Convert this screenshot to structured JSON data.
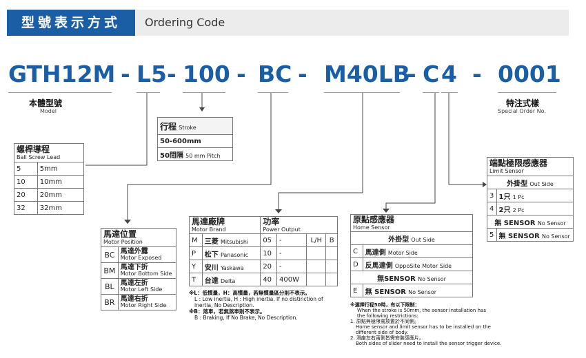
{
  "header": {
    "title_cn": "型號表示方式",
    "title_en": "Ordering Code"
  },
  "code": {
    "model": "GTH12M",
    "d1": "-",
    "lead": "L5",
    "d2": "-",
    "stroke": "100",
    "d3": "-",
    "position": "BC",
    "d4": "-",
    "motor": "M40LB",
    "d5": "-",
    "home": "C",
    "limit": "4",
    "d6": "-",
    "special": "0001"
  },
  "model_label": {
    "cn": "本體型號",
    "en": "Model"
  },
  "special_label": {
    "cn": "特注式樣",
    "en": "Special Order No."
  },
  "stroke_table": {
    "title_cn": "行程",
    "title_en": "Stroke",
    "row1": "50-600mm",
    "row2_cn": "50間隔",
    "row2_en": "50 mm Pitch"
  },
  "lead_table": {
    "title_cn": "螺桿導程",
    "title_en": "Ball Screw Lead",
    "rows": [
      {
        "code": "5",
        "value": "5mm"
      },
      {
        "code": "10",
        "value": "10mm"
      },
      {
        "code": "20",
        "value": "20mm"
      },
      {
        "code": "32",
        "value": "32mm"
      }
    ]
  },
  "position_table": {
    "title_cn": "馬達位置",
    "title_en": "Motor Position",
    "rows": [
      {
        "code": "BC",
        "cn": "馬達外露",
        "en": "Motor Exposed"
      },
      {
        "code": "BM",
        "cn": "馬達下折",
        "en": "Motor Bottom Side"
      },
      {
        "code": "BL",
        "cn": "馬達左折",
        "en": "Motor Left Side"
      },
      {
        "code": "BR",
        "cn": "馬達右折",
        "en": "Motor Right Side"
      }
    ]
  },
  "motor_table": {
    "brand_cn": "馬達廠牌",
    "brand_en": "Motor Brand",
    "power_cn": "功率",
    "power_en": "Power Output",
    "rows": [
      {
        "code": "M",
        "cn": "三菱",
        "en": "Mitsubishi",
        "power": "05",
        "unit": "-",
        "inertia": "L/H",
        "brake": "B"
      },
      {
        "code": "P",
        "cn": "松下",
        "en": "Panasonic",
        "power": "10",
        "unit": "-",
        "inertia": "",
        "brake": ""
      },
      {
        "code": "Y",
        "cn": "安川",
        "en": "Yaskawa",
        "power": "20",
        "unit": "-",
        "inertia": "",
        "brake": ""
      },
      {
        "code": "T",
        "cn": "台達",
        "en": "Delta",
        "power": "40",
        "unit": "400W",
        "inertia": "",
        "brake": ""
      }
    ],
    "notes": [
      "※L：低慣量，H：高慣量，若無慣量區分則不表示。",
      "L : Low inertia, H : High inertia. If no distinction of",
      "inertia, No Description.",
      "※B：煞車，若無煞車則不表示。",
      "B : Braking, If No Brake, No Description."
    ]
  },
  "home_table": {
    "title_cn": "原點感應器",
    "title_en": "Home Sensor",
    "sub_cn": "外掛型",
    "sub_en": "Out Side",
    "rows": [
      {
        "code": "C",
        "cn": "馬達側",
        "en": "Motor Side"
      },
      {
        "code": "D",
        "cn": "反馬達側",
        "en": "OppoSite Motor Side"
      }
    ],
    "none_cn": "無SENSOR",
    "none_en": "No Sensor",
    "none_row": {
      "code": "E",
      "cn": "無 SENSOR",
      "en": "No Sensor"
    },
    "notes": [
      "※選擇行程50時，有以下限制：",
      "When the stroke is 50mm, the sensor installation has",
      "the following restrictions:",
      "1. 原點與極限需放置於不同側。",
      "Home sensor and limit sensor has to be installed on the",
      "different side of body.",
      "2. 滑座左右兩側皆需安裝感應片。",
      "Both sides of slider need to install the sensor trigger device."
    ]
  },
  "limit_table": {
    "title_cn": "端點極限感應器",
    "title_en": "Limit Sensor",
    "sub_cn": "外掛型",
    "sub_en": "Out Side",
    "rows": [
      {
        "code": "3",
        "cn": "1只",
        "en": "1 Pc"
      },
      {
        "code": "4",
        "cn": "2只",
        "en": "2 Pc"
      }
    ],
    "none_cn": "無 SENSOR",
    "none_en": "No Sensor",
    "none_row": {
      "code": "5",
      "cn": "無 SENSOR",
      "en": "No Sensor"
    }
  }
}
